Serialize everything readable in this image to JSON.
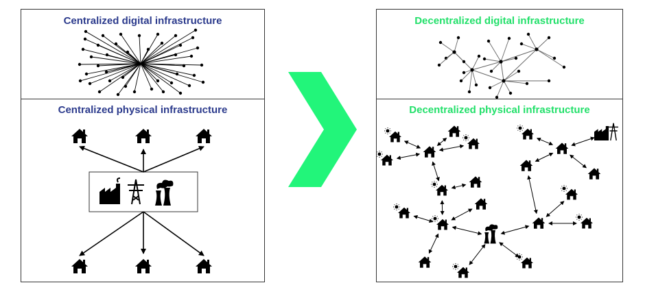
{
  "colors": {
    "centralized_title": "#2b3a8c",
    "decentralized_title": "#22e06a",
    "arrow": "#22f57a",
    "ink": "#000000"
  },
  "left": {
    "digital_title": "Centralized digital infrastructure",
    "physical_title": "Centralized physical infrastructure"
  },
  "right": {
    "digital_title": "Decentralized digital infrastructure",
    "physical_title": "Decentralized physical infrastructure"
  },
  "icons": [
    "house-icon",
    "solar-house-icon",
    "factory-icon",
    "transmission-tower-icon",
    "cooling-tower-icon",
    "power-plant-icon"
  ]
}
